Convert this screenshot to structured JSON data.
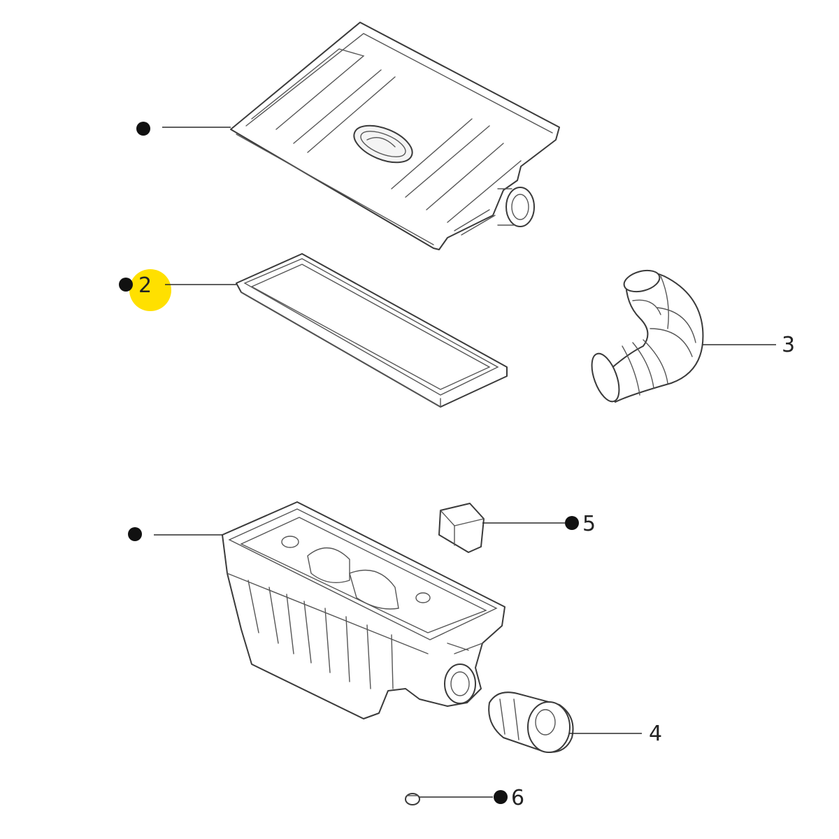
{
  "callouts": {
    "c2": {
      "label": "2",
      "highlight": "#ffe000"
    },
    "c3": {
      "label": "3"
    },
    "c4": {
      "label": "4"
    },
    "c5": {
      "label": "5"
    },
    "c6": {
      "label": "6"
    }
  },
  "colors": {
    "line": "#3a3a3a",
    "dot": "#111111",
    "highlight": "#ffe000"
  }
}
